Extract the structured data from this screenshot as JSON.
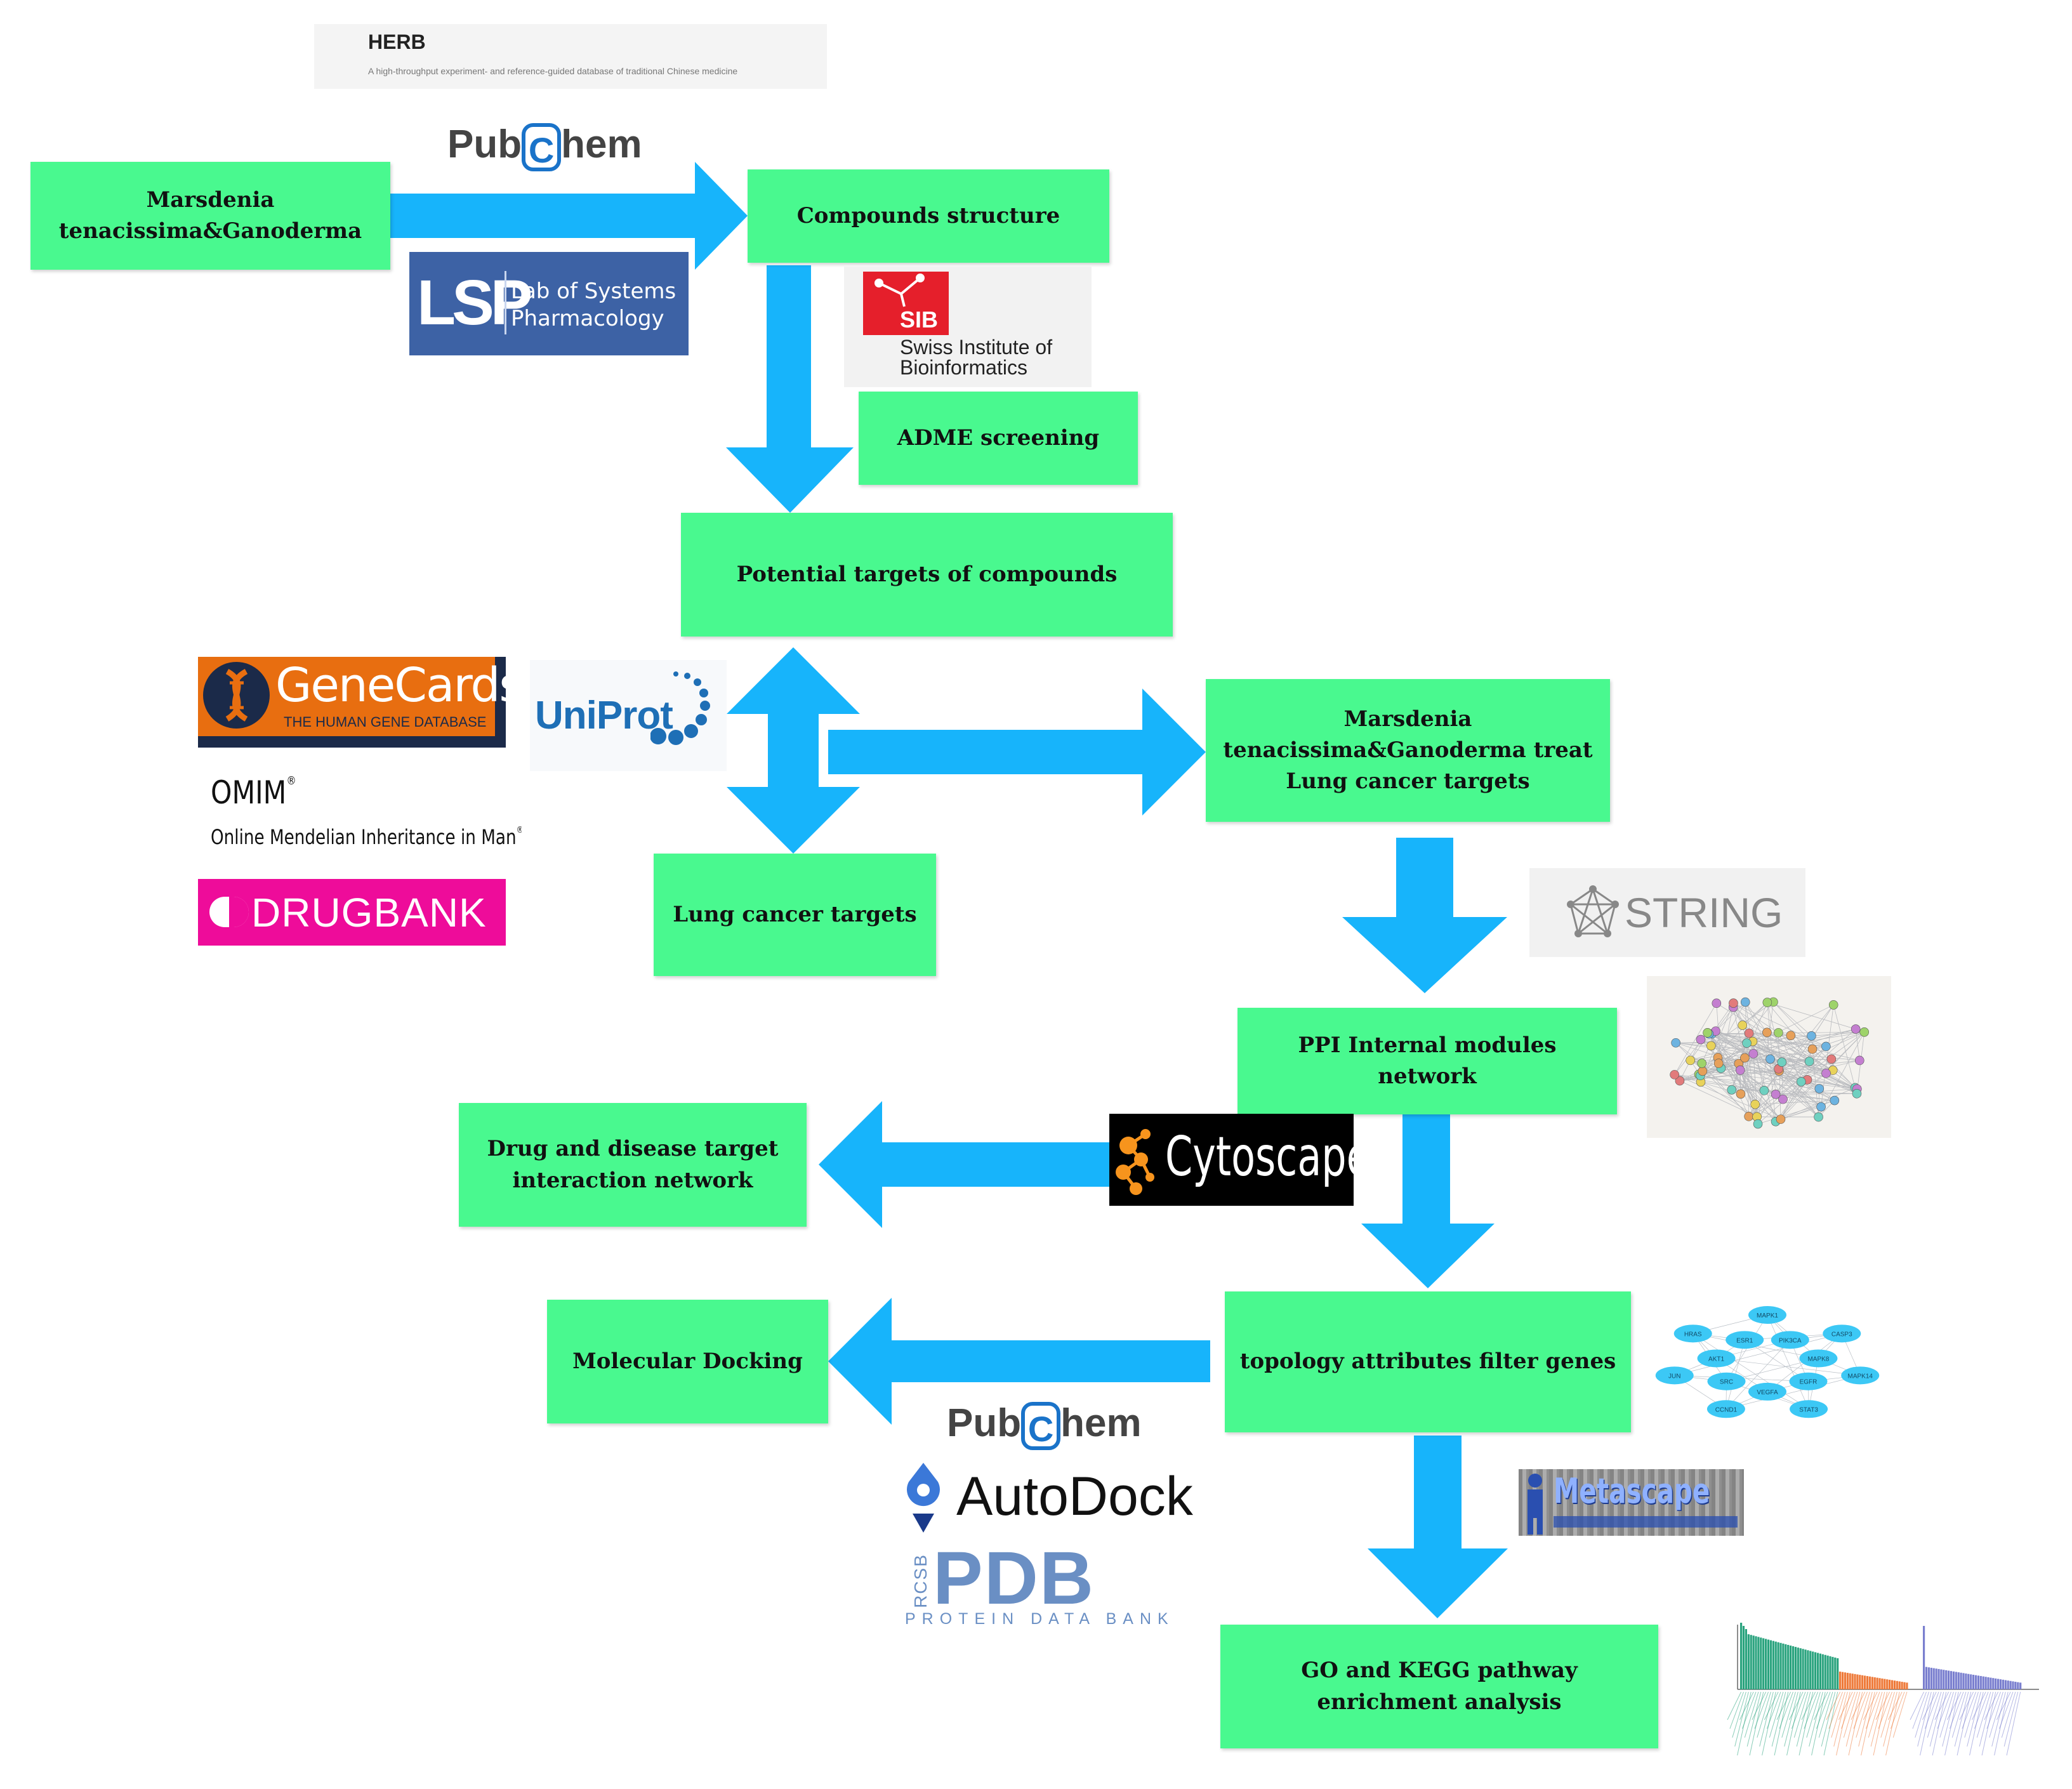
{
  "boxes": {
    "marsdenia": "Marsdenia\ntenacissima&Ganoderma",
    "compounds": "Compounds structure",
    "adme": "ADME screening",
    "potential": "Potential targets of compounds",
    "treat": "Marsdenia\ntenacissima&Ganoderma treat\nLung cancer targets",
    "lung": "Lung cancer targets",
    "ppi": "PPI Internal modules network",
    "drug": "Drug and disease target\ninteraction network",
    "topology": "topology attributes filter genes",
    "docking": "Molecular Docking",
    "gokegg": "GO and KEGG pathway\nenrichment analysis"
  },
  "logos": {
    "herb": {
      "title": "HERB",
      "subtitle": "A high-throughput experiment- and reference-guided database of traditional Chinese medicine"
    },
    "pubchem": {
      "pub": "Pub",
      "c": "C",
      "hem": "hem"
    },
    "lsp": {
      "mark": "LSP",
      "line1": "Lab of Systems",
      "line2": "Pharmacology"
    },
    "sib": {
      "mark": "SIB",
      "line1": "Swiss Institute of",
      "line2": "Bioinformatics"
    },
    "genecards": {
      "title": "GeneCards",
      "reg": "®",
      "subtitle": "THE HUMAN GENE DATABASE"
    },
    "uniprot": {
      "title": "UniProt"
    },
    "omim": {
      "title": "OMIM",
      "reg": "®",
      "subtitle": "Online Mendelian Inheritance in Man",
      "reg2": "®"
    },
    "drugbank": {
      "title": "DRUGBANK"
    },
    "string": {
      "title": "STRING"
    },
    "cytoscape": {
      "title": "Cytoscape"
    },
    "autodock": {
      "title": "AutoDock"
    },
    "pdb": {
      "rcsb": "RCSB",
      "title": "PDB",
      "subtitle": "PROTEIN DATA BANK"
    },
    "metascape": {
      "title": "Metascape"
    }
  },
  "hub_genes": [
    "MAPK1",
    "PIK3CA",
    "CASP3",
    "MAPK8",
    "MAPK14",
    "EGFR",
    "STAT3",
    "VEGFA",
    "CCND1",
    "SRC",
    "JUN",
    "AKT1",
    "HRAS",
    "ESR1"
  ],
  "colors": {
    "box_fill": "#49f98f",
    "arrow": "#17b4fb",
    "genecards_orange": "#e86e10",
    "genecards_navy": "#1b2a49",
    "drugbank_pink": "#ee0c9a",
    "lsp_blue": "#3d62a5",
    "sib_red": "#e51f2b",
    "cytoscape_orange": "#f7941d",
    "string_gray": "#888888",
    "metascape_blue": "#8fb1ff",
    "pdb_blue": "#6a8fc4",
    "uniprot_blue": "#1e6fb6"
  }
}
